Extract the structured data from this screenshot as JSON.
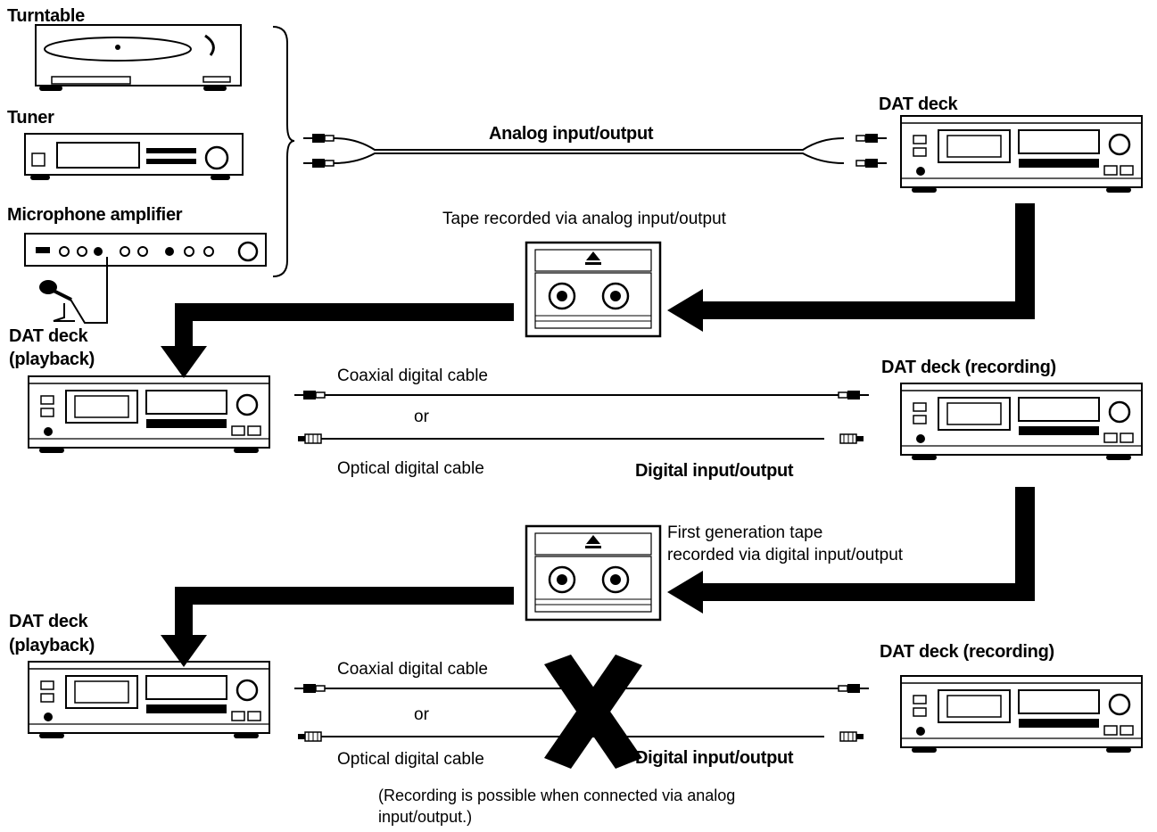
{
  "labels": {
    "turntable": "Turntable",
    "tuner": "Tuner",
    "mic_amp": "Microphone amplifier",
    "dat_deck_top": "DAT deck",
    "analog_io": "Analog input/output",
    "tape_analog": "Tape recorded via analog input/output",
    "dat_play_1_a": "DAT deck",
    "dat_play_1_b": "(playback)",
    "dat_rec_1": "DAT deck (recording)",
    "coaxial_1": "Coaxial digital cable",
    "or_1": "or",
    "optical_1": "Optical digital cable",
    "digital_io_1": "Digital input/output",
    "tape_first_gen_a": "First generation tape",
    "tape_first_gen_b": "recorded via digital input/output",
    "dat_play_2_a": "DAT deck",
    "dat_play_2_b": "(playback)",
    "dat_rec_2": "DAT deck (recording)",
    "coaxial_2": "Coaxial digital cable",
    "or_2": "or",
    "optical_2": "Optical digital cable",
    "digital_io_2": "Digital input/output",
    "note": "(Recording is possible when connected via analog input/output.)"
  },
  "colors": {
    "ink": "#000000",
    "paper": "#ffffff",
    "grey": "#7a7a7a"
  }
}
